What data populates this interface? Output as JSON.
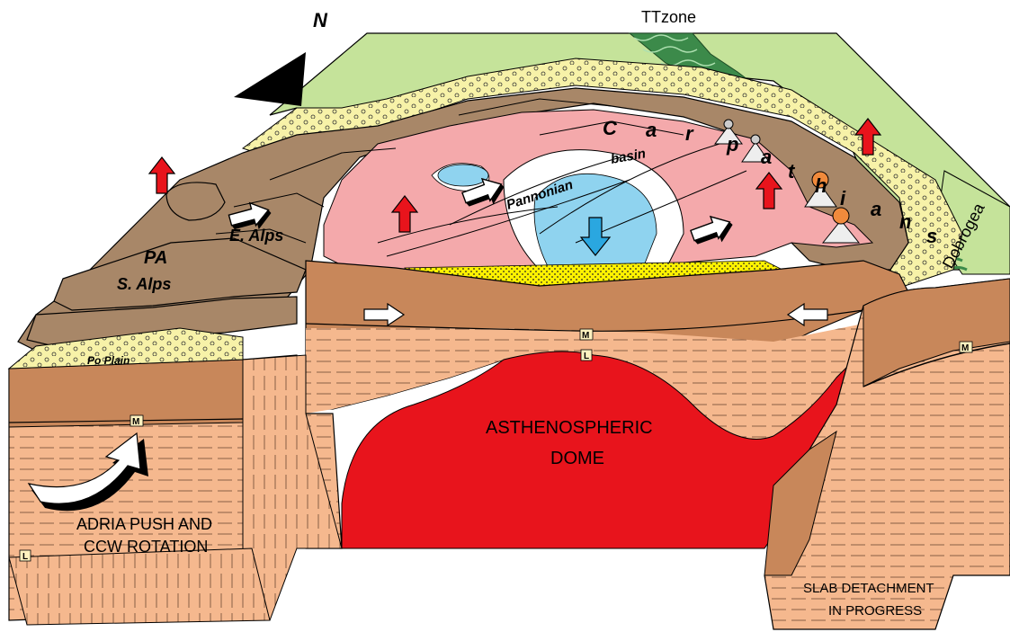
{
  "labels": {
    "ttzone": "TTzone",
    "carpathians": [
      "C",
      "a",
      "r",
      "p",
      "a",
      "t",
      "h",
      "i",
      "a",
      "n",
      "s"
    ],
    "pannonian": "Pannonian",
    "basin": "basin",
    "dobrogea": "Dobrogea",
    "pa": "PA",
    "e_alps": "E. Alps",
    "s_alps": "S. Alps",
    "po_plain": "Po Plain",
    "moho": "M",
    "lab": "L",
    "asthenospheric_line1": "ASTHENOSPHERIC",
    "asthenospheric_line2": "DOME",
    "adria_line1": "ADRIA PUSH AND",
    "adria_line2": "CCW ROTATION",
    "slab_line1": "SLAB DETACHMENT",
    "slab_line2": "IN PROGRESS"
  },
  "colors": {
    "foreland": "#c5e39a",
    "molasse": "#f7f2a8",
    "orogen": "#a88768",
    "basin_pink": "#f4a9ab",
    "lake_blue": "#8fd3ef",
    "crust": "#c8875a",
    "mantle": "#f5b88e",
    "asthenosphere": "#e8141c",
    "suture": "#3c8a4a",
    "fill_sand": "#fff200",
    "uplift_arrow": "#e8141c",
    "subsidence_arrow": "#2aa7e0"
  }
}
